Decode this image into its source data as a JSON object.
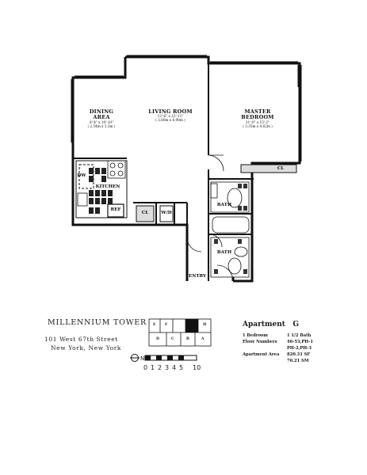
{
  "rooms": {
    "dining": {
      "name_line1": "DINING",
      "name_line2": "AREA",
      "dim_imperial": "8'-4\" x 10'-10\"",
      "dim_metric": "( 2.54m x 3.3m )"
    },
    "living": {
      "name": "LIVING ROOM",
      "dim_imperial": "12'-6\" x 22'-11\"",
      "dim_metric": "( 3.80m x 6.98m )"
    },
    "bedroom": {
      "name_line1": "MASTER",
      "name_line2": "BEDROOM",
      "dim_imperial": "11'-0\" x 15'-2\"",
      "dim_metric": "( 3.35m x 4.62m )"
    },
    "kitchen": "KITCHEN",
    "dw": "DW",
    "ref": "REF",
    "closet": "CL",
    "closet_bedroom": "CL",
    "washer_dryer": "W/D",
    "bath1": "BATH",
    "bath2": "BATH",
    "entry": "ENTRY"
  },
  "info": {
    "building": "MILLENNIUM TOWER",
    "address_line1": "101 West 67th Street",
    "address_line2": "New York, New York",
    "apartment_label": "Apartment",
    "apartment_letter": "G",
    "bedrooms": "1 Bedroom",
    "baths": "1 1/2 Bath",
    "floor_label": "Floor Numbers",
    "floors_1": "46-53,PH-1",
    "floors_2": "PH-2,PH-3",
    "area_label": "Apartment Area",
    "area_sf": "820.31 SF",
    "area_sm": "76.21 SM"
  },
  "key_plan": {
    "labels": [
      "E",
      "F",
      "G",
      "H",
      "D",
      "C",
      "B",
      "A"
    ]
  },
  "scale": {
    "north": "N",
    "ticks": [
      "0",
      "1",
      "2",
      "3",
      "4",
      "5"
    ],
    "end": "10"
  }
}
